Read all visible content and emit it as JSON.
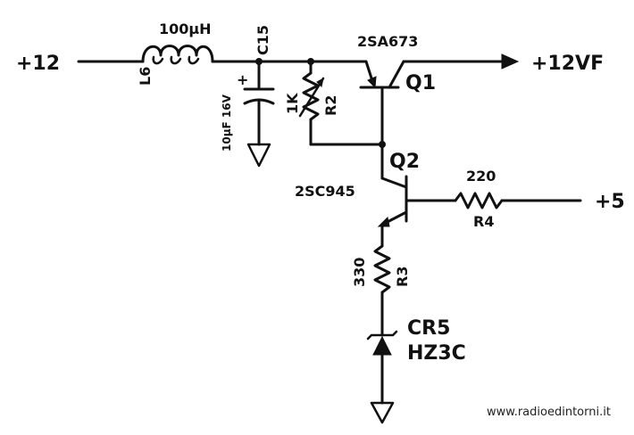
{
  "nets": {
    "input": "+12",
    "output": "+12VF",
    "reference": "+5"
  },
  "components": {
    "l6": {
      "ref": "L6",
      "value": "100µH"
    },
    "c15": {
      "ref": "C15",
      "value": "10µF 16V",
      "polarity": "+"
    },
    "r2": {
      "ref": "R2",
      "value": "1K"
    },
    "q1": {
      "ref": "Q1",
      "part": "2SA673"
    },
    "q2": {
      "ref": "Q2",
      "part": "2SC945"
    },
    "r4": {
      "ref": "R4",
      "value": "220"
    },
    "r3": {
      "ref": "R3",
      "value": "330"
    },
    "cr5": {
      "ref": "CR5",
      "part": "HZ3C"
    }
  },
  "watermark": "www.radioedintorni.it"
}
